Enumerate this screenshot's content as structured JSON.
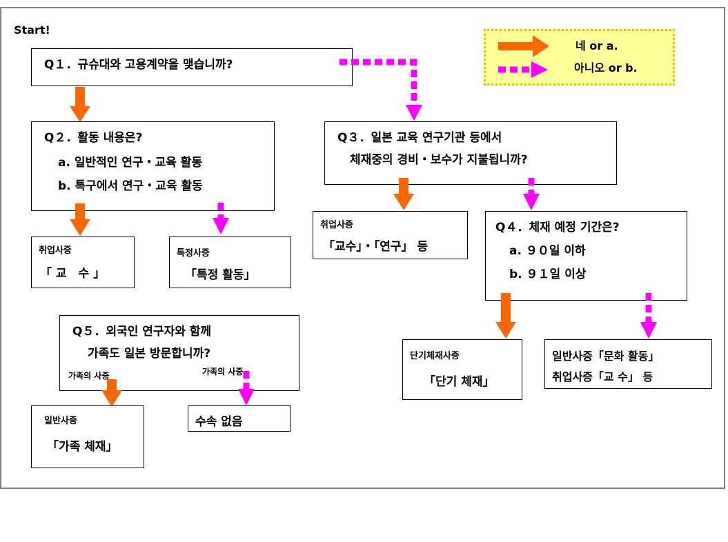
{
  "start_label": "Start!",
  "legend": {
    "yes_label": "네   or  a.",
    "no_label": "아니오 or  b.",
    "yes_color": "#ff6600",
    "no_color": "#ff00ff"
  },
  "q1": {
    "text": "Q１．규슈대와 고용계약을 맺습니까?"
  },
  "q2": {
    "title": "Q２．활동 내용은?",
    "option_a": "a. 일반적인 연구・교육 활동",
    "option_b": "b. 특구에서 연구・교육 활동"
  },
  "q3": {
    "line1": "Q３．일본 교육 연구기관 등에서",
    "line2": "체재중의 경비・보수가 지불됩니까?"
  },
  "q4": {
    "title": "Q４．체재 예정 기간은?",
    "option_a": "a. ９０일 이하",
    "option_b": "b. ９１일 이상"
  },
  "q5": {
    "line1": "Q５．외국인 연구자와 함께",
    "line2": "가족도 일본 방문합니까?",
    "branch_yes": "가족의 사증",
    "branch_no": "가족의 사증"
  },
  "results": {
    "professor": {
      "type": "취업사증",
      "name": "「 교　수 」"
    },
    "specified": {
      "type": "특정사증",
      "name": "「특정 활동」"
    },
    "prof_research": {
      "type": "취업사증",
      "name": "「교수」・「연구」 등"
    },
    "short_stay": {
      "type": "단기체재사증",
      "name": "「단기 체재」"
    },
    "culture": {
      "line1": "일반사증「문화 활동」",
      "line2": "취업사증「교 수」 등"
    },
    "dependent": {
      "type": "일반사증",
      "name": "「가족 체재」"
    },
    "no_proc": {
      "text": "수속 없음"
    }
  }
}
